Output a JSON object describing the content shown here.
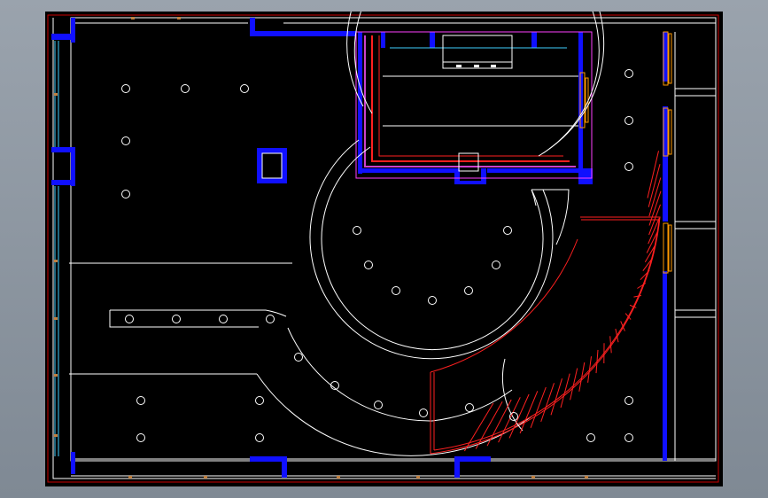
{
  "app": {
    "view": "model-space",
    "kind": "2D floor plan (CAD drawing)"
  },
  "colors": {
    "canvas": "#000000",
    "wall_line": "#ffffff",
    "wall_fill": "#1010ff",
    "stair": "#ff2020",
    "border": "#cc0000",
    "door": "#ff9900",
    "cyan": "#40d0ff",
    "magenta": "#ff40ff"
  },
  "layers": [
    "walls",
    "columns",
    "ceiling-lights",
    "stairs",
    "doors",
    "windows"
  ],
  "fixtures": {
    "light_count": 32,
    "stair_steps": 32
  }
}
